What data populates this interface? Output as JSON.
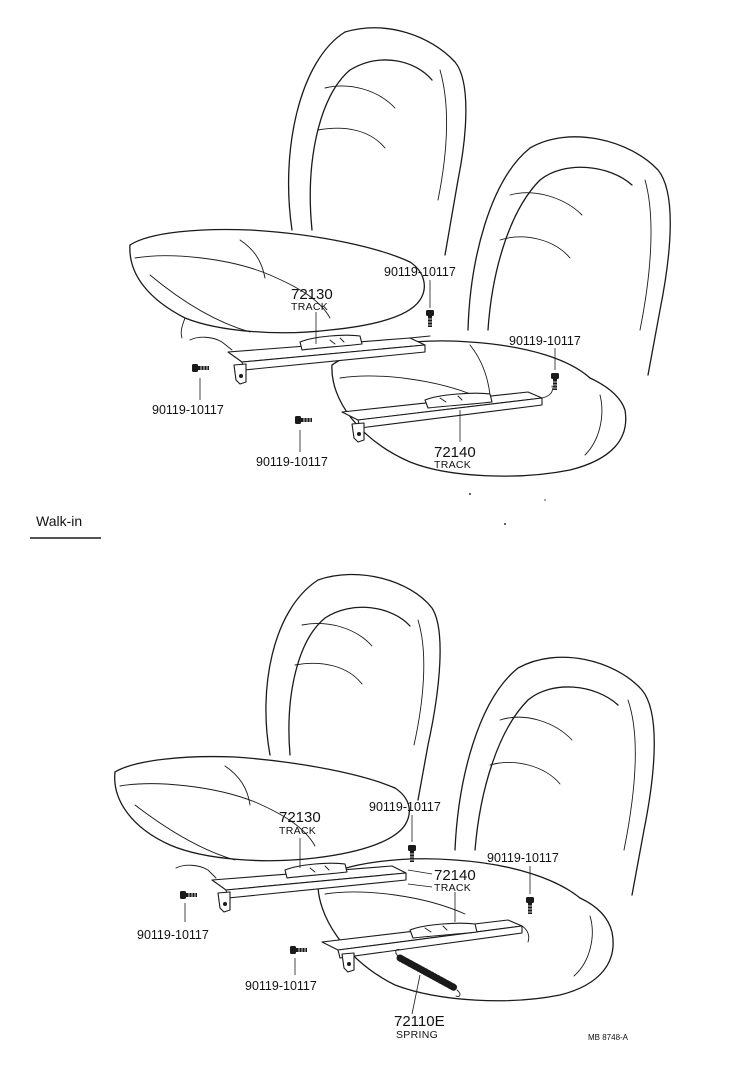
{
  "section_title": "Walk-in",
  "figure_code": "MB 8748-A",
  "upper": {
    "track_left": {
      "number": "72130",
      "name": "TRACK"
    },
    "track_right": {
      "number": "72140",
      "name": "TRACK"
    },
    "bolt_labels": [
      "90119-10117",
      "90119-10117",
      "90119-10117",
      "90119-10117"
    ]
  },
  "lower": {
    "track_left": {
      "number": "72130",
      "name": "TRACK"
    },
    "track_right": {
      "number": "72140",
      "name": "TRACK"
    },
    "spring": {
      "number": "72110E",
      "name": "SPRING"
    },
    "bolt_labels": [
      "90119-10117",
      "90119-10117",
      "90119-10117",
      "90119-10117"
    ]
  }
}
